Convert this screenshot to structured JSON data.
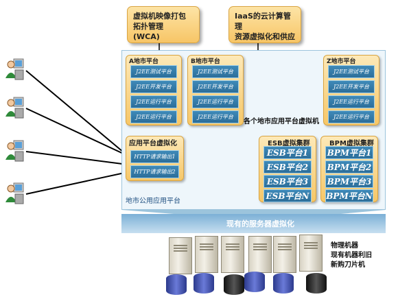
{
  "top_boxes": [
    {
      "text_lines": [
        "虚拟机映像打包",
        "拓扑管理",
        "(WCA)"
      ]
    },
    {
      "text_lines": [
        "IaaS的云计算管理",
        "资源虚拟化和供应"
      ]
    }
  ],
  "platforms": [
    {
      "title": "A地市平台",
      "bars": [
        "J2EE测试平台",
        "J2EE开发平台",
        "J2EE运行平台",
        "J2EE运行平台"
      ]
    },
    {
      "title": "B地市平台",
      "bars": [
        "J2EE测试平台",
        "J2EE开发平台",
        "J2EE运行平台",
        "J2EE运行平台"
      ]
    },
    {
      "title": "Z地市平台",
      "bars": [
        "J2EE测试平台",
        "J2EE开发平台",
        "J2EE运行平台",
        "J2EE运行平台"
      ]
    }
  ],
  "city_vm_label": "各个地市应用平台虚拟机",
  "app_platform": {
    "title": "应用平台虚拟化",
    "bars": [
      "HTTP请求输出1",
      "HTTP请求输出2"
    ]
  },
  "esb": {
    "title": "ESB虚拟集群",
    "bars": [
      "ESB平台1",
      "ESB平台2",
      "ESB平台3",
      "ESB平台N"
    ]
  },
  "bpm": {
    "title": "BPM虚拟集群",
    "bars": [
      "BPM平台1",
      "BPM平台2",
      "BPM平台3",
      "BPM平台N"
    ]
  },
  "public_platform_label": "地市公用应用平台",
  "server_band_label": "现有的服务器虚拟化",
  "machine_labels": [
    "物理机器",
    "现有机器利旧",
    "新购刀片机"
  ],
  "colors": {
    "accent": "#f6c768",
    "bar": "#2c6e99",
    "cloud": "#eef6fb"
  }
}
